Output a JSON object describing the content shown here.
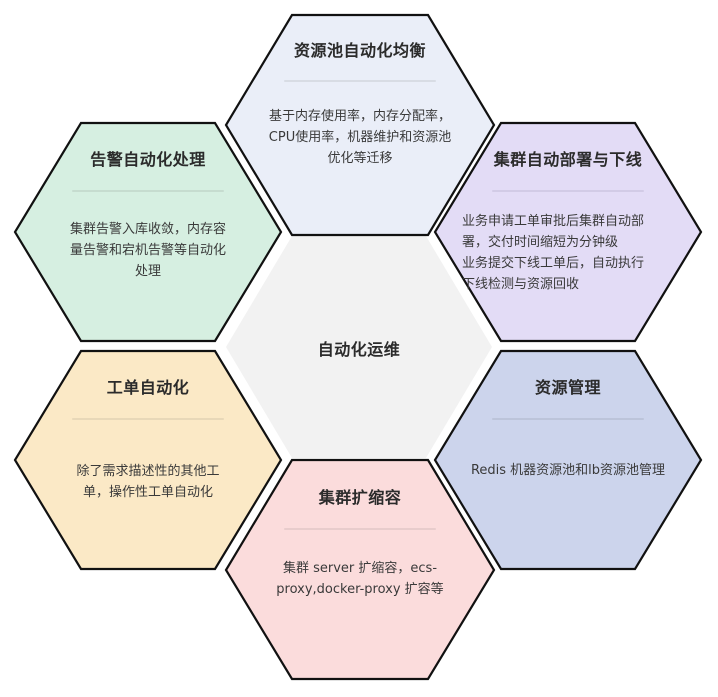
{
  "diagram": {
    "type": "hexagon-cluster",
    "center": {
      "title": "自动化运维",
      "fill": "#f2f2f2"
    },
    "hexagons": [
      {
        "id": "resource-pool-balance",
        "position": "top",
        "title": "资源池自动化均衡",
        "fill": "#eaeef8",
        "divider_color": "#d8dce4",
        "lines": [
          "基于内存使用率，内存分配率，",
          "CPU使用率，机器维护和资源池",
          "优化等迁移"
        ]
      },
      {
        "id": "alert-automation",
        "position": "top-left",
        "title": "告警自动化处理",
        "fill": "#d6efe1",
        "divider_color": "#c6dccf",
        "lines": [
          "集群告警入库收敛，内存容",
          "量告警和宕机告警等自动化",
          "处理"
        ]
      },
      {
        "id": "cluster-deploy-offline",
        "position": "top-right",
        "title": "集群自动部署与下线",
        "fill": "#e3dcf6",
        "divider_color": "#d2cbe6",
        "lines": [
          "业务申请工单审批后集群自动部",
          "署，交付时间缩短为分钟级",
          "业务提交下线工单后，自动执行",
          "下线检测与资源回收"
        ]
      },
      {
        "id": "ticket-automation",
        "position": "bottom-left",
        "title": "工单自动化",
        "fill": "#fbe9c6",
        "divider_color": "#e8d8b8",
        "lines": [
          "除了需求描述性的其他工",
          "单，操作性工单自动化"
        ]
      },
      {
        "id": "resource-management",
        "position": "bottom-right",
        "title": "资源管理",
        "fill": "#ccd4ec",
        "divider_color": "#bcc4da",
        "lines": [
          "Redis 机器资源池和lb资源池管理"
        ]
      },
      {
        "id": "cluster-scaling",
        "position": "bottom",
        "title": "集群扩缩容",
        "fill": "#fbdcdc",
        "divider_color": "#e8cccc",
        "lines": [
          "集群 server 扩缩容，ecs-",
          "proxy,docker-proxy  扩容等"
        ]
      }
    ],
    "stroke_color": "#111111",
    "background": "#ffffff"
  }
}
